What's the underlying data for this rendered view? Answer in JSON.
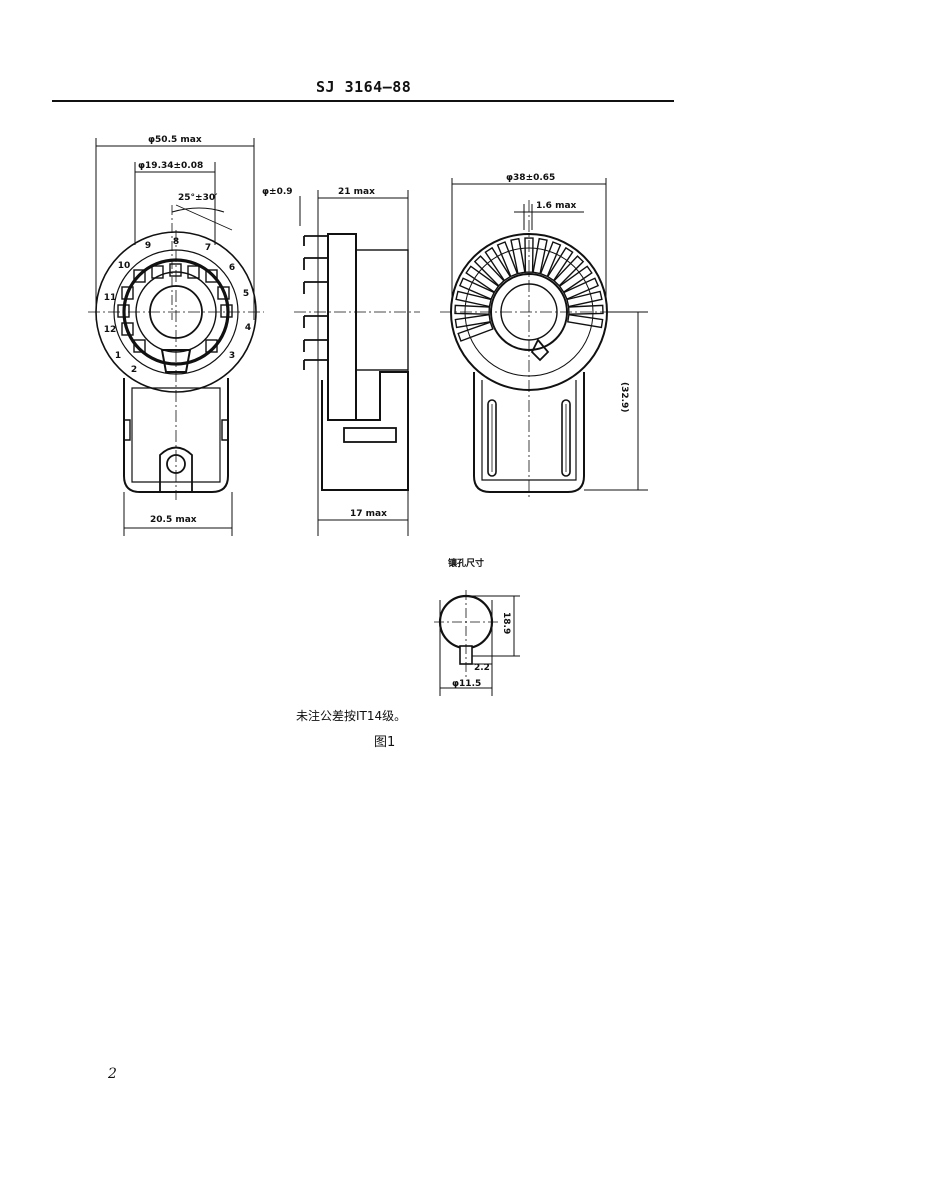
{
  "header": {
    "doc_code": "SJ 3164—88"
  },
  "figure": {
    "front": {
      "dia_outer": "φ50.5 max",
      "dia_inner": "φ19.34±0.08",
      "angle": "25°±30′",
      "bottom_width": "20.5 max",
      "positions": [
        "1",
        "2",
        "3",
        "4",
        "5",
        "6",
        "7",
        "8",
        "9",
        "10",
        "11",
        "12"
      ]
    },
    "side": {
      "pin": "φ±0.9",
      "length_top": "21 max",
      "length_bottom": "17 max"
    },
    "rear": {
      "dia": "φ38±0.65",
      "offset": "1.6 max",
      "height": "(32.9)"
    },
    "mount": {
      "title": "镶孔尺寸",
      "height": "18.9",
      "slot": "2.2",
      "dia": "φ11.5"
    },
    "note": "未注公差按IT14级。",
    "fig_label": "图1"
  },
  "page_number": "2"
}
